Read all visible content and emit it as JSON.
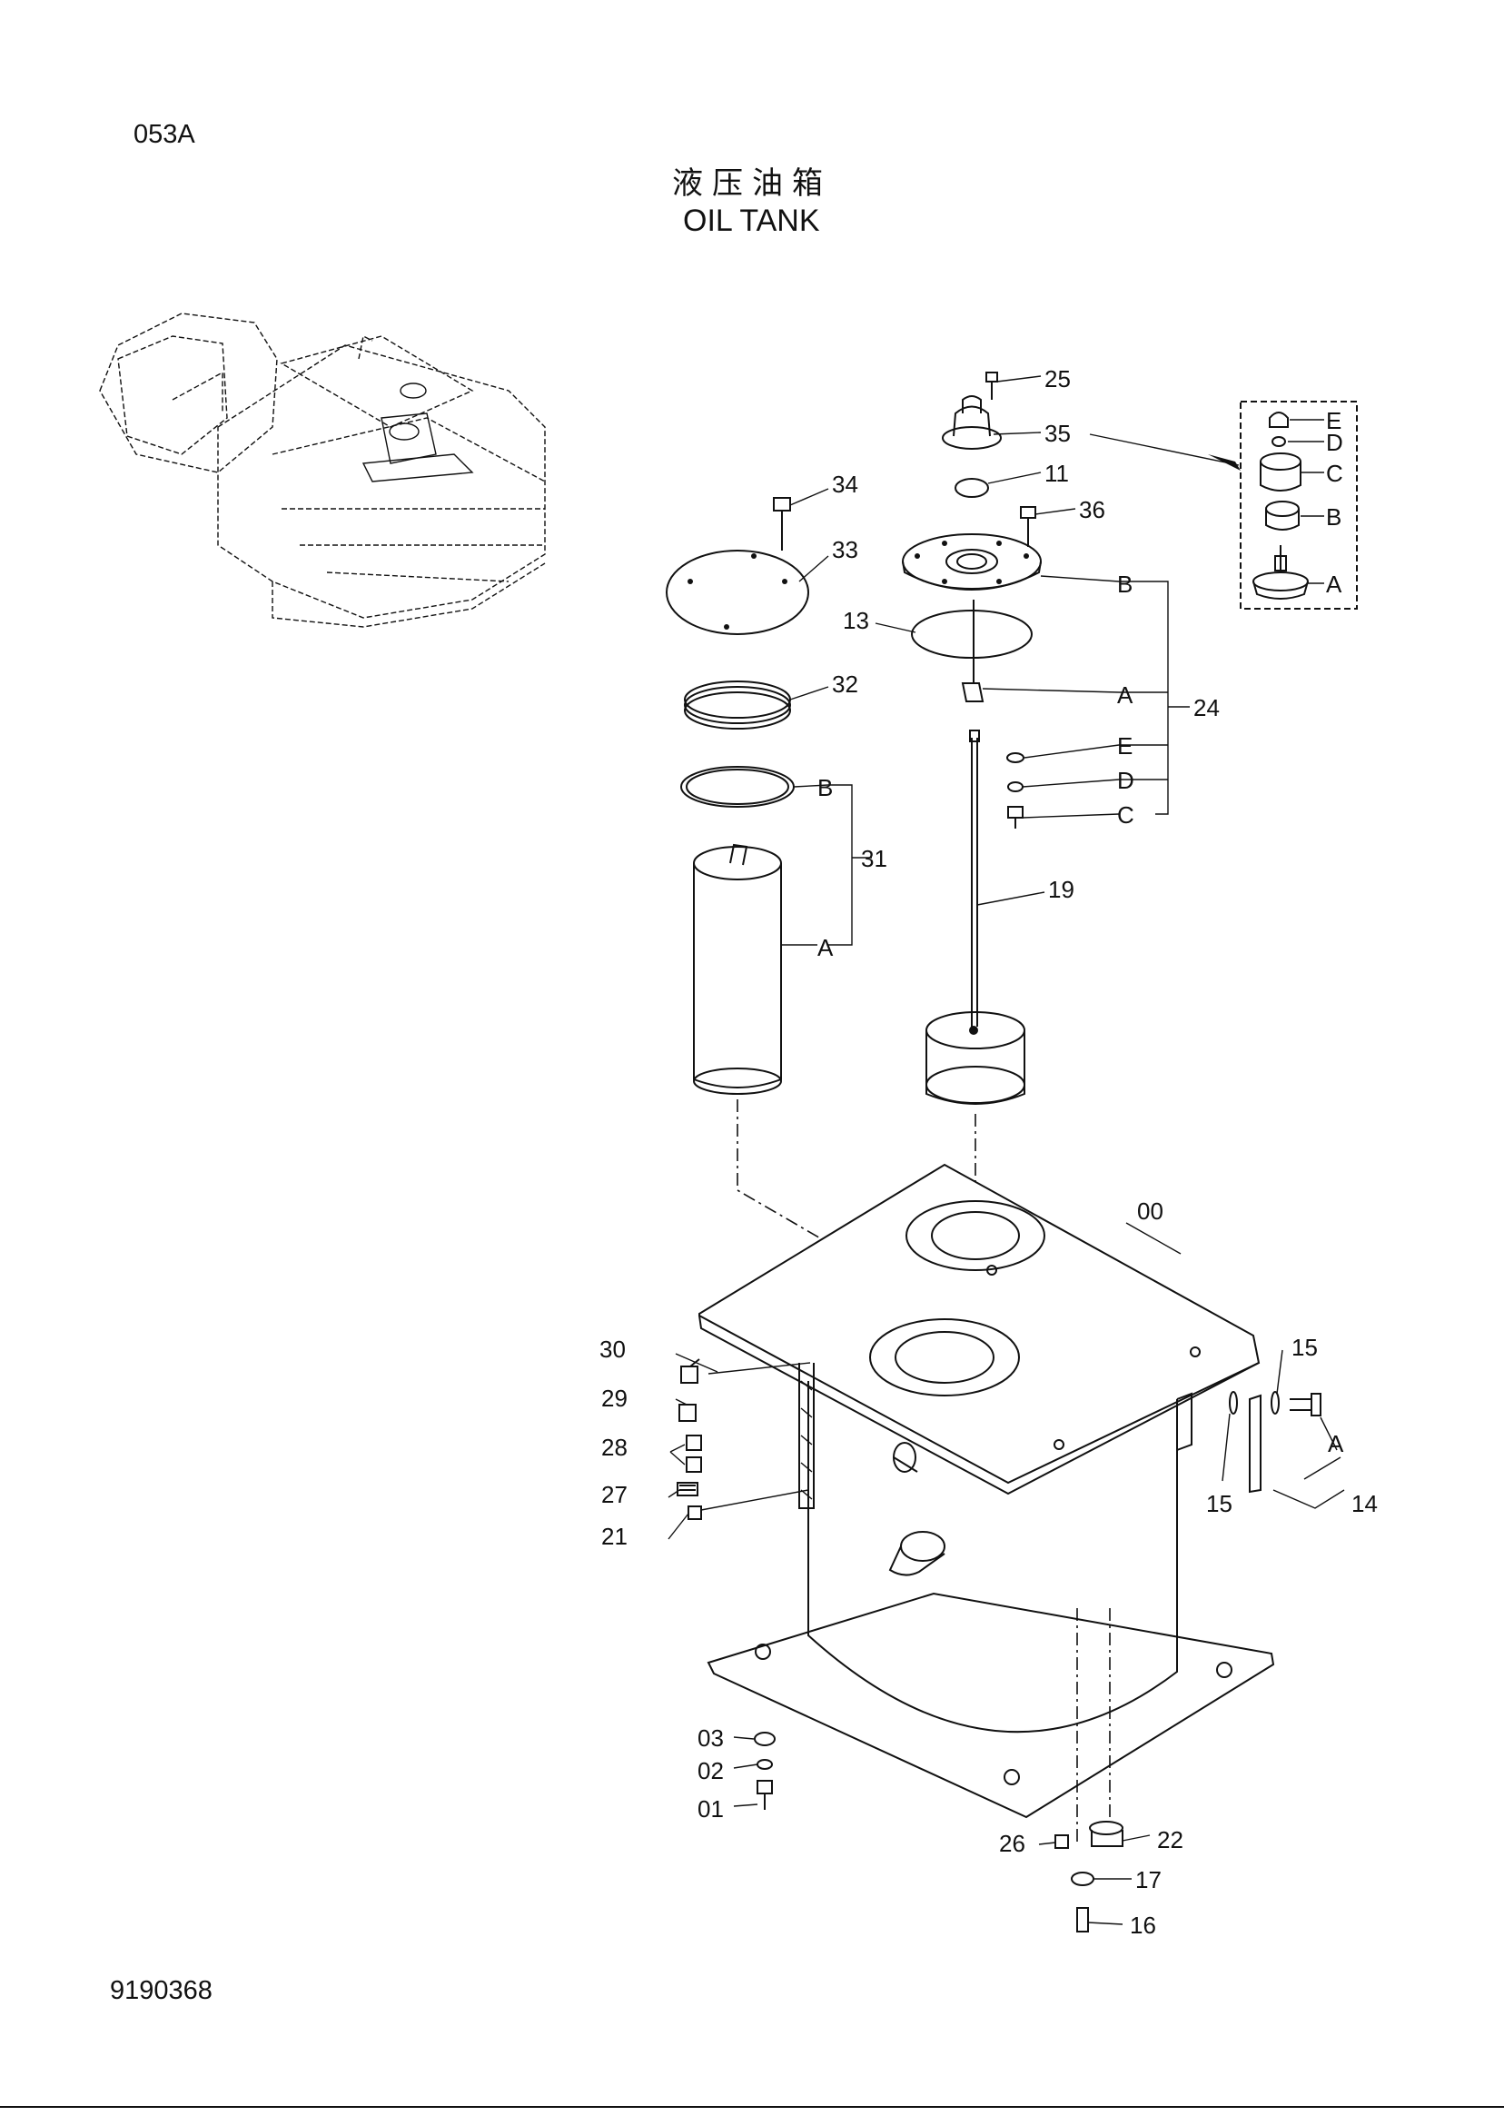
{
  "header": {
    "page_code": "053A",
    "title_cn": "液压油箱",
    "title_en": "OIL TANK"
  },
  "footer": {
    "drawing_number": "9190368"
  },
  "callouts": [
    "25",
    "35",
    "11",
    "36",
    "34",
    "33",
    "13",
    "32",
    "31",
    "24",
    "19",
    "00",
    "30",
    "29",
    "28",
    "27",
    "21",
    "15",
    "15",
    "14",
    "03",
    "02",
    "01",
    "26",
    "22",
    "17",
    "16"
  ],
  "sub_callouts": {
    "breather_kit": [
      "E",
      "D",
      "C",
      "B",
      "A"
    ],
    "item_24": [
      "B",
      "A",
      "E",
      "D",
      "C"
    ],
    "item_31": [
      "B",
      "A"
    ],
    "item_14": [
      "A"
    ]
  }
}
